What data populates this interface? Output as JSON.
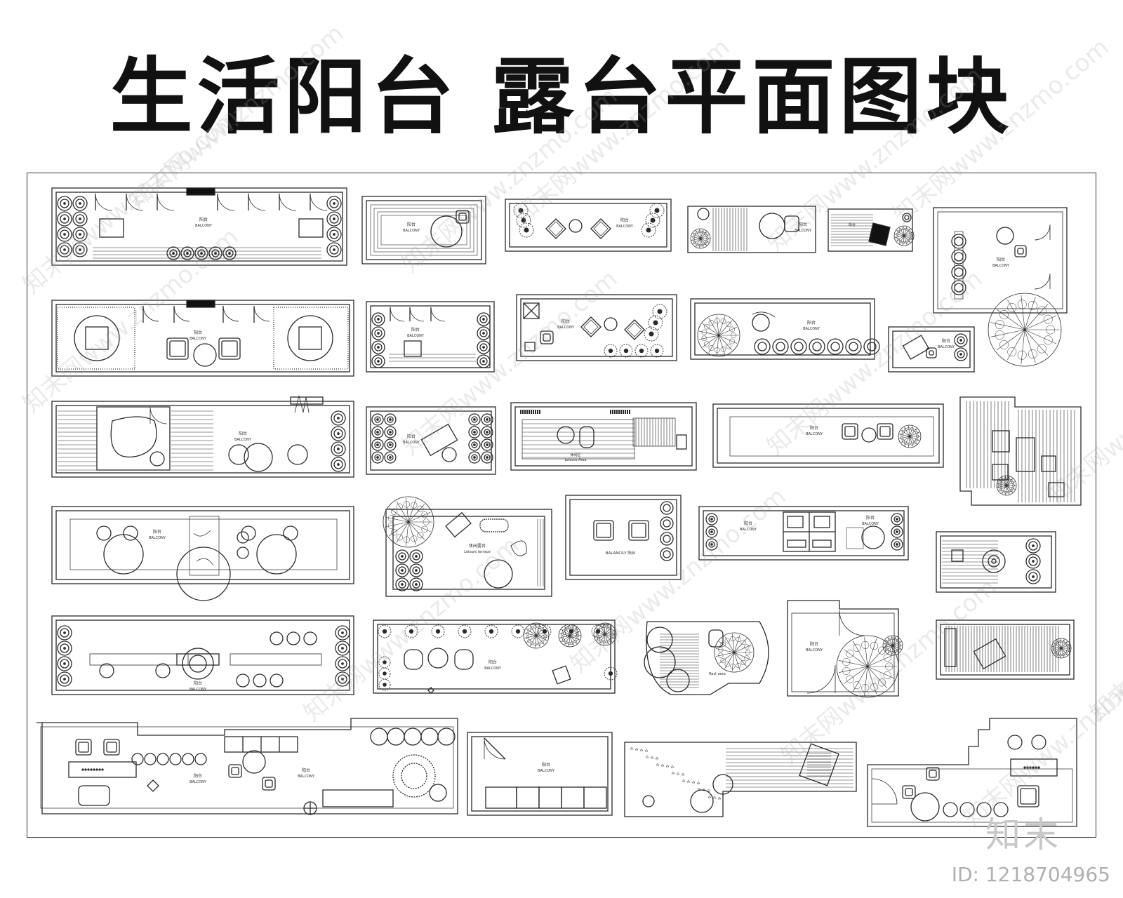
{
  "title": "生活阳台 露台平面图块",
  "brand_mark": "知末",
  "id_label": "ID: 1218704965",
  "watermark_text": "知末网www.znzmo.com",
  "labels": {
    "balcony_cn": "阳台",
    "balcony_en": "BALCONY",
    "balcony_alt": "BALANCILY 阳台",
    "leisure_terrace_cn": "休闲露台",
    "leisure_terrace_en": "Leisure terrace",
    "leisure_area_cn": "休闲区",
    "leisure_area_en": "Leisure Area",
    "rest_area_en": "Rest area"
  },
  "colors": {
    "line": "#2a2a2a",
    "title": "#111111",
    "watermark": "#a0a0a0"
  }
}
